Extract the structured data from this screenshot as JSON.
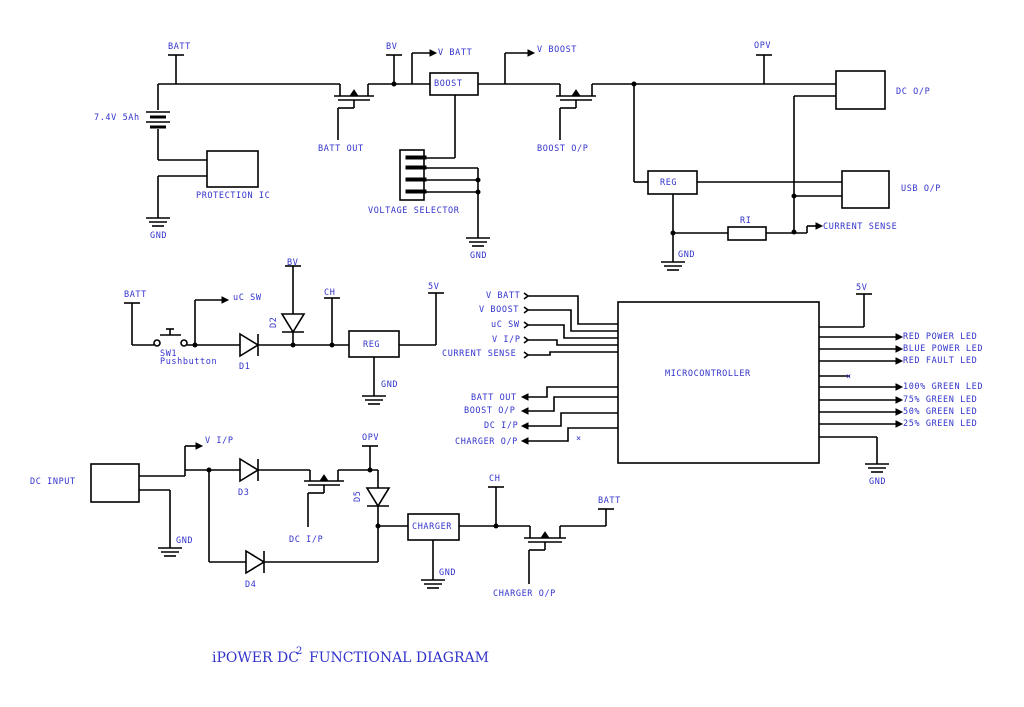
{
  "diagram": {
    "title": "iPOWER DC",
    "title_superscript": "2",
    "title_suffix": "FUNCTIONAL DIAGRAM"
  },
  "labels": {
    "batt": "BATT",
    "bv": "BV",
    "v_batt": "V BATT",
    "v_boost": "V BOOST",
    "opv": "OPV",
    "battery": "7.4V 5Ah",
    "boost": "BOOST",
    "batt_out": "BATT OUT",
    "boost_op": "BOOST O/P",
    "dc_op": "DC O/P",
    "protection_ic": "PROTECTION IC",
    "gnd": "GND",
    "voltage_selector": "VOLTAGE SELECTOR",
    "reg": "REG",
    "usb_op": "USB O/P",
    "ri": "RI",
    "current_sense": "CURRENT SENSE",
    "ch": "CH",
    "five_v": "5V",
    "uc_sw": "uC SW",
    "sw1": "SW1",
    "pushbutton": "Pushbutton",
    "d1": "D1",
    "d2": "D2",
    "d3": "D3",
    "d4": "D4",
    "d5": "D5",
    "v_ip": "V I/P",
    "dc_input": "DC INPUT",
    "dc_ip": "DC I/P",
    "charger": "CHARGER",
    "charger_op": "CHARGER O/P",
    "microcontroller": "MICROCONTROLLER"
  },
  "mcu_inputs": [
    "V BATT",
    "V BOOST",
    "uC SW",
    "V I/P",
    "CURRENT SENSE"
  ],
  "mcu_outputs_left": [
    "BATT OUT",
    "BOOST O/P",
    "DC I/P",
    "CHARGER O/P"
  ],
  "mcu_outputs_right": [
    "RED POWER LED",
    "BLUE POWER LED",
    "RED FAULT LED",
    "100% GREEN LED",
    "75% GREEN LED",
    "50% GREEN LED",
    "25% GREEN LED"
  ],
  "colors": {
    "wire": "#000000",
    "label": "#3333cc"
  }
}
